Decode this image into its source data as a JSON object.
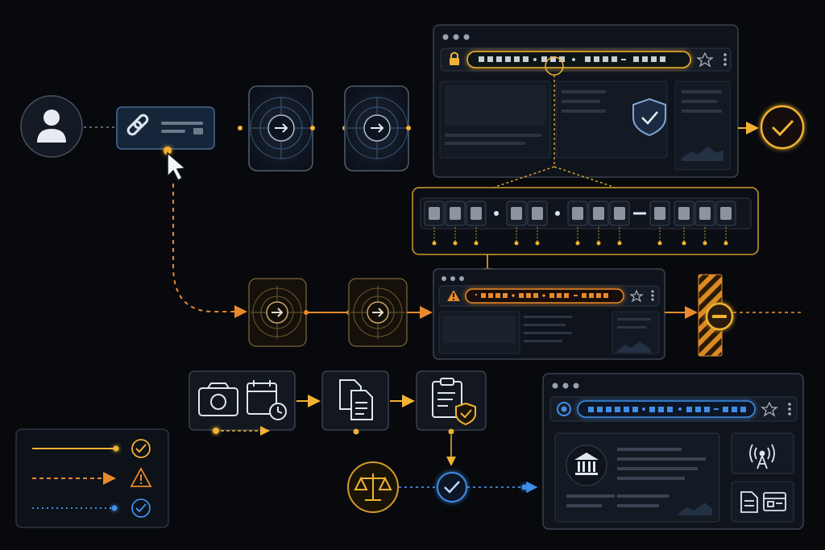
{
  "colors": {
    "background": "#07090d",
    "panel": "#111722",
    "panel_border": "#3a4250",
    "gold": "#f2b233",
    "orange": "#e98a2a",
    "blue": "#3f8ee6",
    "muted": "#5b6472"
  },
  "legend": {
    "items": [
      {
        "line_style": "solid",
        "color": "gold",
        "icon": "check-circle-icon"
      },
      {
        "line_style": "dashed",
        "color": "orange",
        "icon": "warning-triangle-icon"
      },
      {
        "line_style": "dotted",
        "color": "blue",
        "icon": "check-circle-icon"
      }
    ]
  },
  "flows": {
    "verified": {
      "browser_address_style": "lock-icon",
      "result_icon": "check-circle-icon"
    },
    "spoofed": {
      "browser_address_style": "warning-triangle-icon",
      "result_icon": "blocked-barrier-icon"
    },
    "evidence": {
      "steps": [
        "camera-icon",
        "calendar-clock-icon",
        "documents-icon",
        "clipboard-shield-icon",
        "scales-icon",
        "check-circle-icon"
      ],
      "browser_address_style": "verified-badge-icon"
    }
  },
  "url_zoom": {
    "segment_groups": [
      3,
      2,
      3,
      1,
      3
    ]
  }
}
